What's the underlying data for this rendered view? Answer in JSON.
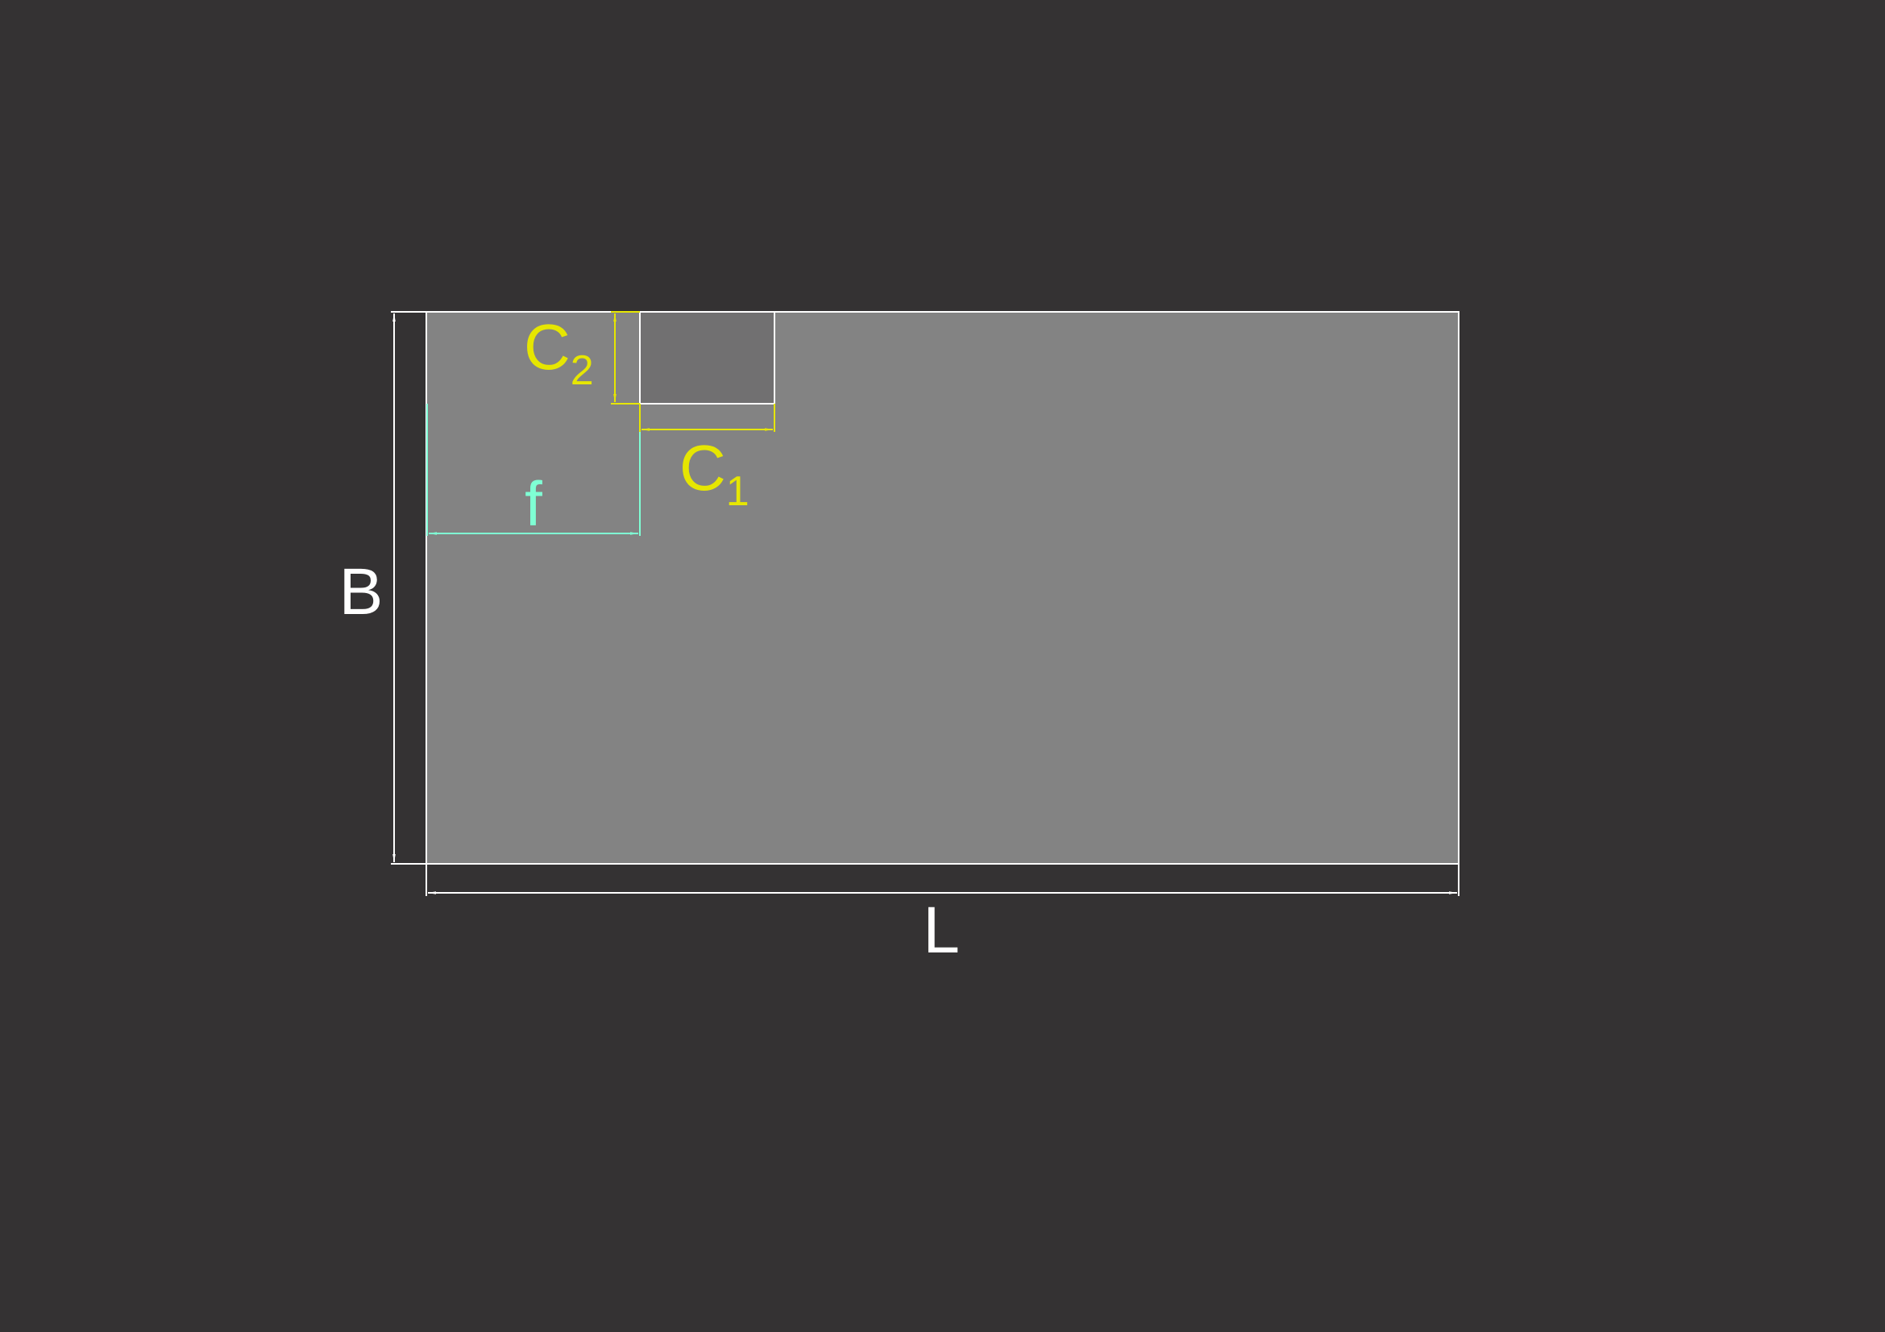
{
  "colors": {
    "background": "#343233",
    "slab_fill": "#838383",
    "column_fill": "#717071",
    "outline": "#ffffff",
    "column_dim": "#e6e600",
    "offset_dim": "#7fffd4"
  },
  "labels": {
    "length": "L",
    "width": "B",
    "offset": "f",
    "c1_base": "C",
    "c1_sub": "1",
    "c2_base": "C",
    "c2_sub": "2"
  }
}
